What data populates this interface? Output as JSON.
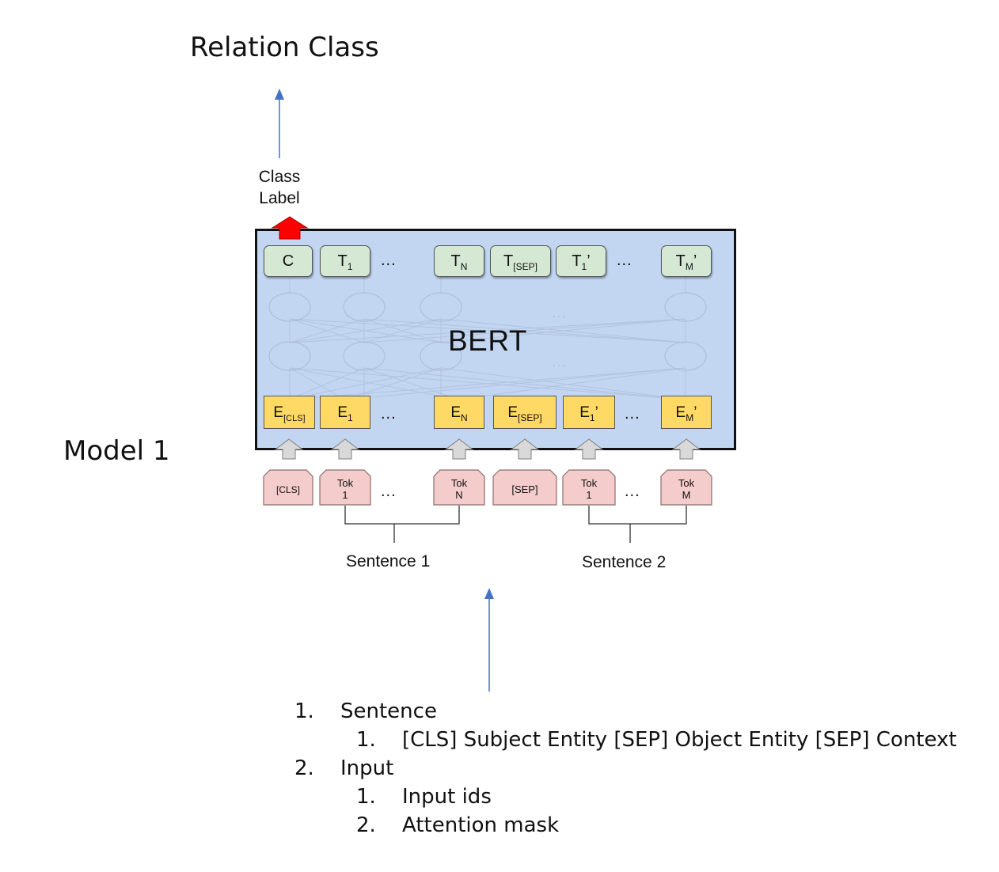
{
  "title": "Relation Class",
  "model_label": "Model 1",
  "class_label": [
    "Class",
    "Label"
  ],
  "bert_label": "BERT",
  "outputs": [
    {
      "main": "C",
      "sub": ""
    },
    {
      "main": "T",
      "sub": "1"
    },
    {
      "main": "T",
      "sub": "N"
    },
    {
      "main": "T",
      "sub": "[SEP]"
    },
    {
      "main": "T",
      "sub": "1",
      "prime": "’"
    },
    {
      "main": "T",
      "sub": "M",
      "prime": "’"
    }
  ],
  "embeddings": [
    {
      "main": "E",
      "sub": "[CLS]"
    },
    {
      "main": "E",
      "sub": "1"
    },
    {
      "main": "E",
      "sub": "N"
    },
    {
      "main": "E",
      "sub": "[SEP]"
    },
    {
      "main": "E",
      "sub": "1",
      "prime": "’"
    },
    {
      "main": "E",
      "sub": "M",
      "prime": "’"
    }
  ],
  "tokens": [
    {
      "line1": "[CLS]",
      "line2": ""
    },
    {
      "line1": "Tok",
      "line2": "1"
    },
    {
      "line1": "Tok",
      "line2": "N"
    },
    {
      "line1": "[SEP]",
      "line2": ""
    },
    {
      "line1": "Tok",
      "line2": "1"
    },
    {
      "line1": "Tok",
      "line2": "M"
    }
  ],
  "ellipsis": "...",
  "sentence_1": "Sentence 1",
  "sentence_2": "Sentence 2",
  "list": {
    "item1": {
      "num": "1.",
      "label": "Sentence"
    },
    "item1_sub1": {
      "num": "1.",
      "label": "[CLS] Subject Entity [SEP] Object Entity [SEP] Context"
    },
    "item2": {
      "num": "2.",
      "label": "Input"
    },
    "item2_sub1": {
      "num": "1.",
      "label": "Input ids"
    },
    "item2_sub2": {
      "num": "2.",
      "label": "Attention mask"
    }
  },
  "colors": {
    "bert_fill": "#c2d6f2",
    "output_fill": "#d5e8d4",
    "embedding_fill": "#ffd966",
    "token_fill": "#f4cccc",
    "arrow_blue": "#4472c4",
    "arrow_red": "#ff0000"
  }
}
